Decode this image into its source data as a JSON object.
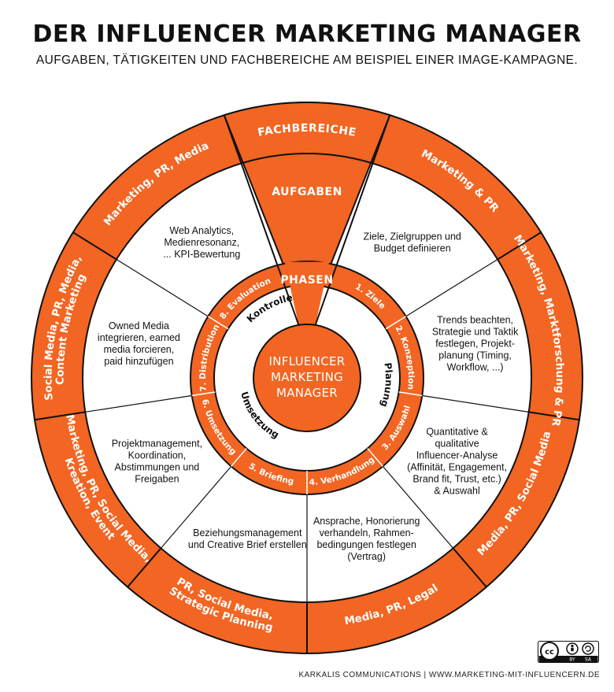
{
  "title": "DER INFLUENCER MARKETING MANAGER",
  "subtitle": "AUFGABEN, TÄTIGKEITEN UND FACHBEREICHE AM BEISPIEL EINER IMAGE-KAMPAGNE.",
  "colors": {
    "accent": "#f26522",
    "line": "#111111",
    "background": "#ffffff"
  },
  "headers": {
    "fachbereiche": "FACHBEREICHE",
    "aufgaben": "AUFGABEN",
    "phasen": "PHASEN"
  },
  "center": {
    "line1": "INFLUENCER",
    "line2": "MARKETING",
    "line3": "MANAGER"
  },
  "inner_ring": {
    "kontrolle": "Kontrolle",
    "planung": "Planung",
    "umsetzung": "Umsetzung"
  },
  "phases": [
    {
      "label": "1. Ziele"
    },
    {
      "label": "2. Konzeption"
    },
    {
      "label": "3. Auswahl"
    },
    {
      "label": "4. Verhandlung"
    },
    {
      "label": "5. Briefing"
    },
    {
      "label": "6. Umsetzung"
    },
    {
      "label": "7. Distribution"
    },
    {
      "label": "8. Evaluation"
    }
  ],
  "fachbereiche": [
    {
      "lines": [
        "Marketing & PR"
      ]
    },
    {
      "lines": [
        "Marketing, Marktforschung & PR"
      ]
    },
    {
      "lines": [
        "Media, PR, Social Media"
      ]
    },
    {
      "lines": [
        "Media, PR, Legal"
      ]
    },
    {
      "lines": [
        "PR, Social Media,",
        "Strategic Planning"
      ]
    },
    {
      "lines": [
        "Marketing, PR, Social Media,",
        "Kreation, Event"
      ]
    },
    {
      "lines": [
        "Social Media, PR, Media,",
        "Content Marketing"
      ]
    },
    {
      "lines": [
        "Marketing, PR, Media"
      ]
    }
  ],
  "aufgaben": [
    {
      "lines": [
        "Ziele, Zielgruppen und",
        "Budget definieren"
      ]
    },
    {
      "lines": [
        "Trends beachten,",
        "Strategie und Taktik",
        "festlegen, Projekt-",
        "planung (Timing,",
        "Workflow, ...)"
      ]
    },
    {
      "lines": [
        "Quantitative &",
        "qualitative",
        "Influencer-Analyse",
        "(Affinität, Engagement,",
        "Brand fit, Trust, etc.)",
        "& Auswahl"
      ]
    },
    {
      "lines": [
        "Ansprache, Honorierung",
        "verhandeln, Rahmen-",
        "bedingungen festlegen",
        "(Vertrag)"
      ]
    },
    {
      "lines": [
        "Beziehungsmanagement",
        "und Creative Brief erstellen"
      ]
    },
    {
      "lines": [
        "Projektmanagement,",
        "Koordination,",
        "Abstimmungen und",
        "Freigaben"
      ]
    },
    {
      "lines": [
        "Owned Media",
        "integrieren, earned",
        "media forcieren,",
        "paid hinzufügen"
      ]
    },
    {
      "lines": [
        "Web Analytics,",
        "Medienresonanz,",
        "... KPI-Bewertung"
      ]
    }
  ],
  "footer": "KARKALIS COMMUNICATIONS  |  WWW.MARKETING-MIT-INFLUENCERN.DE",
  "license": {
    "cc": "cc",
    "by": "BY",
    "sa": "SA"
  }
}
